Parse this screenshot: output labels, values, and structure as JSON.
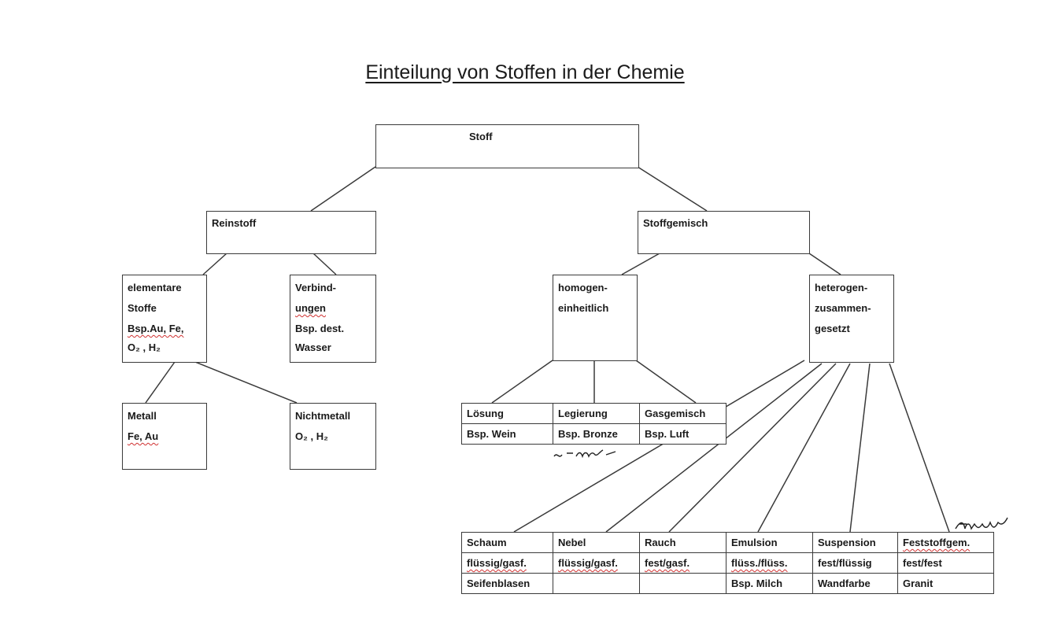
{
  "title": "Einteilung von Stoffen in der Chemie",
  "stoff": "Stoff",
  "reinstoff": "Reinstoff",
  "stoffgemisch": "Stoffgemisch",
  "elementare": {
    "line1": "elementare",
    "line2": "Stoffe",
    "line3": "Bsp.Au, Fe,",
    "line4": "O₂ , H₂"
  },
  "verbindungen": {
    "line1": "Verbind-",
    "line2": "ungen",
    "line3": "Bsp. dest.",
    "line4": "Wasser"
  },
  "homogen": {
    "line1": "homogen-",
    "line2": "einheitlich"
  },
  "heterogen": {
    "line1": "heterogen-",
    "line2": "zusammen-",
    "line3": "gesetzt"
  },
  "metall": {
    "line1": "Metall",
    "line2": "Fe, Au"
  },
  "nichtmetall": {
    "line1": "Nichtmetall",
    "line2": "O₂ , H₂"
  },
  "homogen_types": {
    "row1": [
      "Lösung",
      "Legierung",
      "Gasgemisch"
    ],
    "row2": [
      "Bsp. Wein",
      "Bsp. Bronze",
      "Bsp. Luft"
    ]
  },
  "heterogen_types": {
    "row1": [
      "Schaum",
      "Nebel",
      "Rauch",
      "Emulsion",
      "Suspension",
      "Feststoffgem."
    ],
    "row2": [
      "flüssig/gasf.",
      "flüssig/gasf.",
      "fest/gasf.",
      "flüss./flüss.",
      "fest/flüssig",
      "fest/fest"
    ],
    "row3": [
      "Seifenblasen",
      "",
      "",
      "Bsp. Milch",
      "Wandfarbe",
      "Granit"
    ]
  }
}
